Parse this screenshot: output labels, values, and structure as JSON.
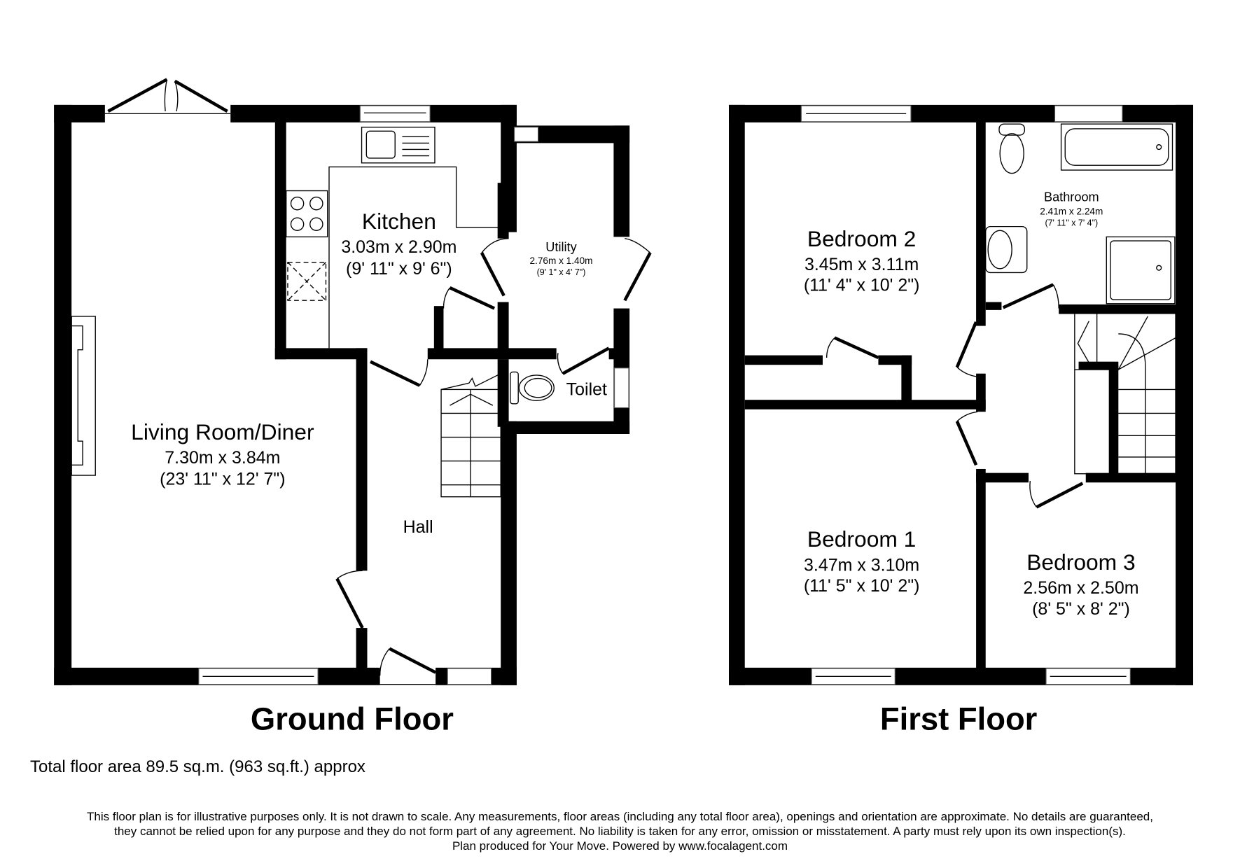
{
  "ground_floor": {
    "title": "Ground Floor",
    "rooms": {
      "living": {
        "name": "Living Room/Diner",
        "metric": "7.30m x 3.84m",
        "imperial": "(23' 11\" x 12' 7\")"
      },
      "kitchen": {
        "name": "Kitchen",
        "metric": "3.03m x 2.90m",
        "imperial": "(9' 11\" x 9' 6\")"
      },
      "utility": {
        "name": "Utility",
        "metric": "2.76m x 1.40m",
        "imperial": "(9' 1\" x 4' 7\")"
      },
      "toilet": {
        "name": "Toilet"
      },
      "hall": {
        "name": "Hall"
      }
    }
  },
  "first_floor": {
    "title": "First Floor",
    "rooms": {
      "bedroom2": {
        "name": "Bedroom 2",
        "metric": "3.45m x 3.11m",
        "imperial": "(11' 4\" x 10' 2\")"
      },
      "bathroom": {
        "name": "Bathroom",
        "metric": "2.41m x 2.24m",
        "imperial": "(7' 11\" x 7' 4\")"
      },
      "bedroom1": {
        "name": "Bedroom 1",
        "metric": "3.47m x 3.10m",
        "imperial": "(11' 5\" x 10' 2\")"
      },
      "bedroom3": {
        "name": "Bedroom 3",
        "metric": "2.56m x 2.50m",
        "imperial": "(8' 5\" x 8' 2\")"
      }
    }
  },
  "total_area": "Total floor area 89.5 sq.m. (963 sq.ft.) approx",
  "disclaimer": {
    "line1": "This floor plan is for illustrative purposes only. It is not drawn to scale. Any measurements, floor areas (including any total floor area), openings and orientation are approximate. No details are guaranteed,",
    "line2": "they cannot be relied upon for any purpose and they do not form part of any agreement. No liability is taken for any error, omission or misstatement. A party must rely upon its own inspection(s).",
    "line3": "Plan produced for Your Move. Powered by www.focalagent.com"
  },
  "colors": {
    "wall": "#000000",
    "background": "#ffffff"
  }
}
